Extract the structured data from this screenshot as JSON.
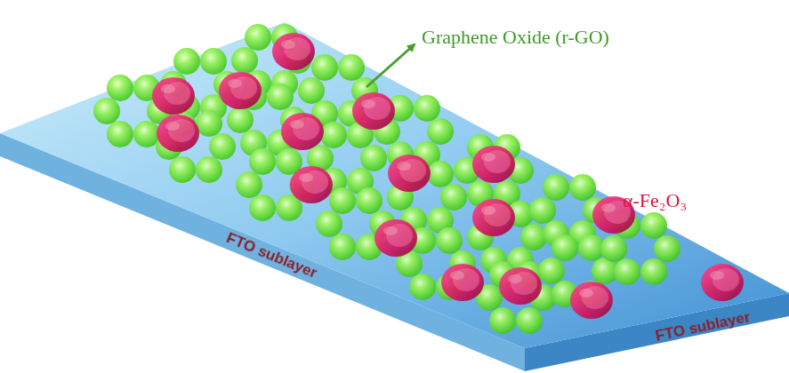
{
  "diagram": {
    "labels": [
      "Graphene Oxide (r-GO)",
      "α-Fe₂O₃",
      "FTO sublayer",
      "FTO sublayer"
    ]
  }
}
